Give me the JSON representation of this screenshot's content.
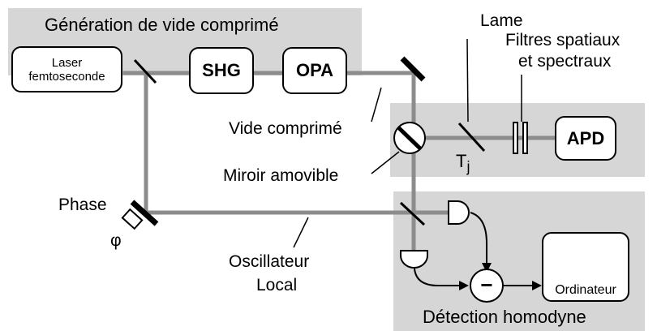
{
  "zones": {
    "generation": "Génération de vide comprimé",
    "detection": "Détection homodyne"
  },
  "boxes": {
    "laser": [
      "Laser",
      "femtoseconde"
    ],
    "shg": "SHG",
    "opa": "OPA",
    "apd": "APD",
    "ordinateur": "Ordinateur"
  },
  "labels": {
    "lame": "Lame",
    "filtres": [
      "Filtres spatiaux",
      "et spectraux"
    ],
    "vide_comprime": "Vide comprimé",
    "miroir_amovible": "Miroir amovible",
    "tj_main": "T",
    "tj_sub": "j",
    "phase": "Phase",
    "phi": "φ",
    "oscillateur": [
      "Oscillateur",
      "Local"
    ]
  },
  "symbols": {
    "subtract": "−"
  }
}
